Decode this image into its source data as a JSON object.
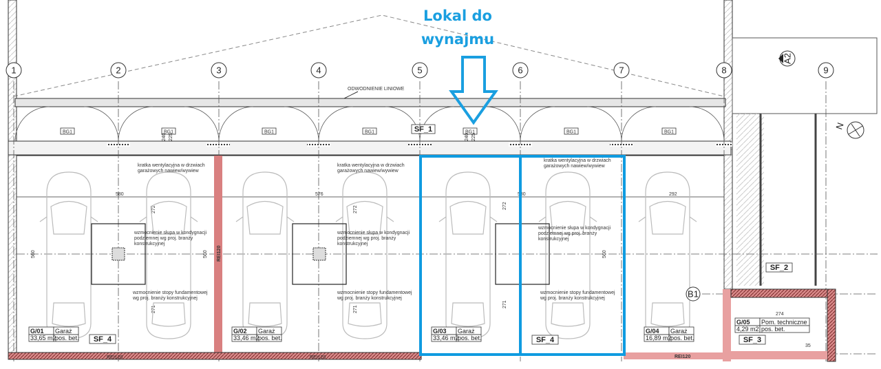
{
  "callout": {
    "line1": "Lokal do",
    "line2": "wynajmu"
  },
  "axes": [
    "1",
    "2",
    "3",
    "4",
    "5",
    "6",
    "7",
    "8",
    "9"
  ],
  "section_marker": "A2",
  "north": "N",
  "b1": "B1",
  "notes": {
    "drainage": "ODWODNIENIE LINIOWE",
    "vent_1": "kratka wentylacyjna w drzwiach",
    "vent_2": "garażowych nawiew/wywiew",
    "column_1": "wzmocnienie słupa w kondygnacji",
    "column_2": "podziemnej wg proj. branży",
    "column_3": "konstrukcyjnej",
    "footing_1": "wzmocnienie stopy fundamentowej",
    "footing_2": "wg proj. branży konstrukcyjnej",
    "door": "BG1",
    "rei": "REI120",
    "rei_col": "REI120"
  },
  "dims": {
    "d580": "580",
    "d576": "576",
    "d292": "292",
    "d272": "272",
    "d271": "271",
    "d560": "560",
    "d274": "274",
    "d240": "240",
    "d225": "225",
    "d35": "35"
  },
  "sf_labels": {
    "sf1": "SF_1",
    "sf2": "SF_2",
    "sf3": "SF_3",
    "sf4": "SF_4"
  },
  "rooms": [
    {
      "id": "G/01",
      "name": "Garaż",
      "area": "33,65 m2",
      "floor": "pos. bet."
    },
    {
      "id": "G/02",
      "name": "Garaż",
      "area": "33,46 m2",
      "floor": "pos. bet."
    },
    {
      "id": "G/03",
      "name": "Garaż",
      "area": "33,46 m2",
      "floor": "pos. bet."
    },
    {
      "id": "G/04",
      "name": "Garaż",
      "area": "16,89 m2",
      "floor": "pos. bet."
    },
    {
      "id": "G/05",
      "name": "Pom. techniczne",
      "area": "4,29 m2",
      "floor": "pos. bet."
    }
  ],
  "colors": {
    "highlight": "#0f9be0",
    "fire_wall": "#d98080"
  }
}
